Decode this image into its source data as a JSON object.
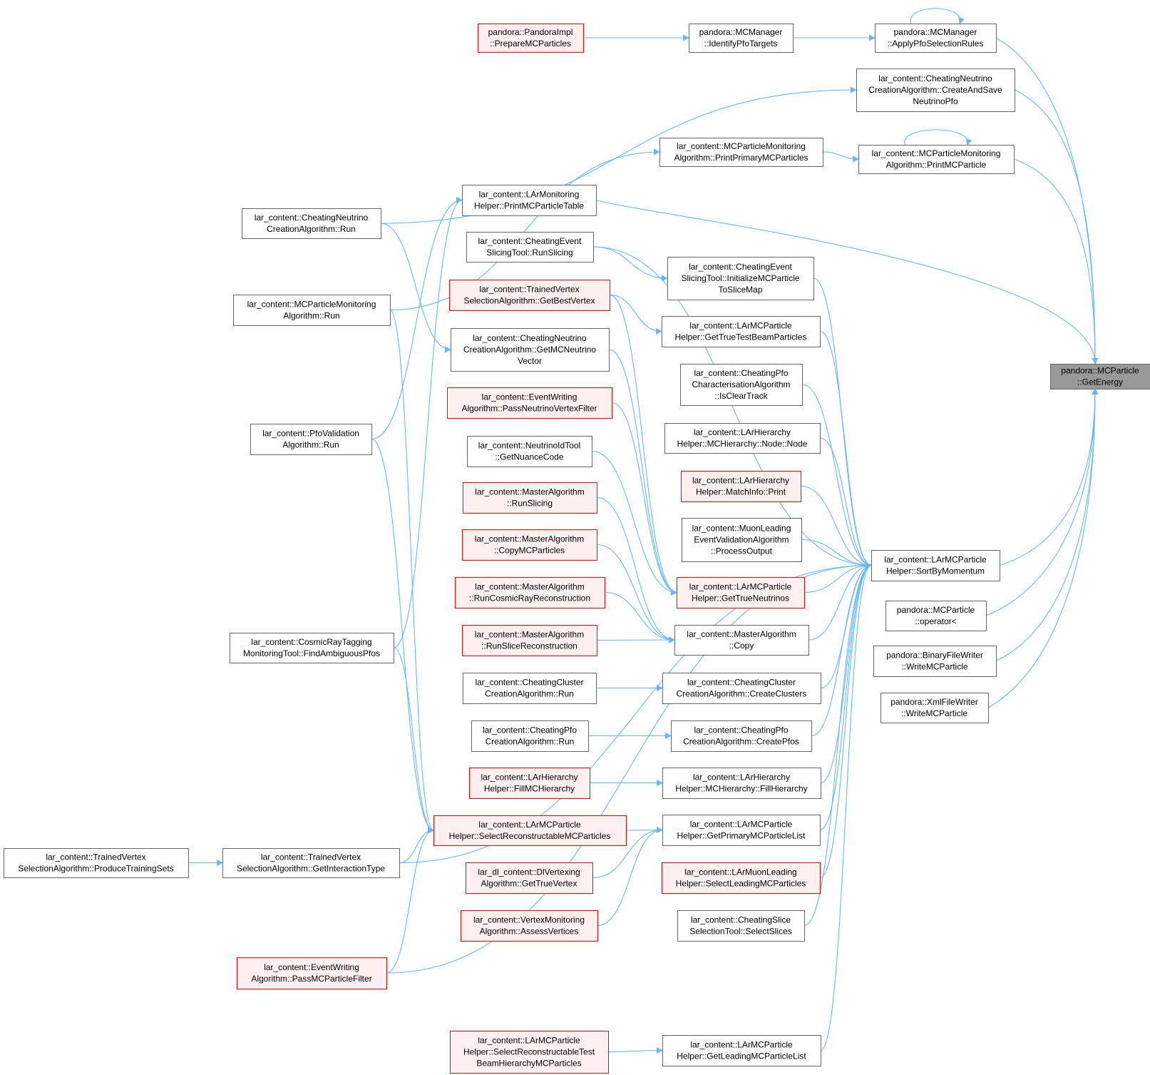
{
  "colors": {
    "edge": "#63b8ff",
    "node_fill": "#ffffff",
    "node_border": "#666666",
    "caller_fill": "#fff0f0",
    "caller_border": "#ff0000",
    "focus_fill": "#999999",
    "focus_border": "#666666"
  },
  "nodes": [
    {
      "id": "get_energy",
      "style": "focus",
      "lines": [
        "pandora::MCParticle",
        "::GetEnergy"
      ]
    },
    {
      "id": "prepare_mcparticles",
      "style": "truncated",
      "lines": [
        "pandora::PandoraImpl",
        "::PrepareMCParticles"
      ]
    },
    {
      "id": "identify_pfo_targets",
      "style": "normal",
      "lines": [
        "pandora::MCManager",
        "::IdentifyPfoTargets"
      ]
    },
    {
      "id": "apply_pfo_selection_rules",
      "style": "normal",
      "lines": [
        "pandora::MCManager",
        "::ApplyPfoSelectionRules"
      ]
    },
    {
      "id": "create_and_save_neutrino_pfo",
      "style": "normal",
      "lines": [
        "lar_content::CheatingNeutrino",
        "CreationAlgorithm::CreateAndSave",
        "NeutrinoPfo"
      ]
    },
    {
      "id": "print_primary_mcparticles",
      "style": "normal",
      "lines": [
        "lar_content::MCParticleMonitoring",
        "Algorithm::PrintPrimaryMCParticles"
      ]
    },
    {
      "id": "print_mcparticle",
      "style": "normal",
      "lines": [
        "lar_content::MCParticleMonitoring",
        "Algorithm::PrintMCParticle"
      ]
    },
    {
      "id": "print_mcparticle_table",
      "style": "normal",
      "lines": [
        "lar_content::LArMonitoring",
        "Helper::PrintMCParticleTable"
      ]
    },
    {
      "id": "cheating_neutrino_run",
      "style": "normal",
      "lines": [
        "lar_content::CheatingNeutrino",
        "CreationAlgorithm::Run"
      ]
    },
    {
      "id": "run_slicing_tool",
      "style": "normal",
      "lines": [
        "lar_content::CheatingEvent",
        "SlicingTool::RunSlicing"
      ]
    },
    {
      "id": "initialize_mcparticle_to_slice_map",
      "style": "normal",
      "lines": [
        "lar_content::CheatingEvent",
        "SlicingTool::InitializeMCParticle",
        "ToSliceMap"
      ]
    },
    {
      "id": "get_best_vertex",
      "style": "truncated",
      "lines": [
        "lar_content::TrainedVertex",
        "SelectionAlgorithm::GetBestVertex"
      ]
    },
    {
      "id": "mcparticle_monitoring_run",
      "style": "normal",
      "lines": [
        "lar_content::MCParticleMonitoring",
        "Algorithm::Run"
      ]
    },
    {
      "id": "get_true_test_beam_particles",
      "style": "normal",
      "lines": [
        "lar_content::LArMCParticle",
        "Helper::GetTrueTestBeamParticles"
      ]
    },
    {
      "id": "get_mc_neutrino_vector",
      "style": "normal",
      "lines": [
        "lar_content::CheatingNeutrino",
        "CreationAlgorithm::GetMCNeutrino",
        "Vector"
      ]
    },
    {
      "id": "is_clear_track",
      "style": "normal",
      "lines": [
        "lar_content::CheatingPfo",
        "CharacterisationAlgorithm",
        "::IsClearTrack"
      ]
    },
    {
      "id": "pass_neutrino_vertex_filter",
      "style": "truncated",
      "lines": [
        "lar_content::EventWriting",
        "Algorithm::PassNeutrinoVertexFilter"
      ]
    },
    {
      "id": "pfo_validation_run",
      "style": "normal",
      "lines": [
        "lar_content::PfoValidation",
        "Algorithm::Run"
      ]
    },
    {
      "id": "get_nuance_code",
      "style": "normal",
      "lines": [
        "lar_content::NeutrinoIdTool",
        "::GetNuanceCode"
      ]
    },
    {
      "id": "mchierarchy_node",
      "style": "normal",
      "lines": [
        "lar_content::LArHierarchy",
        "Helper::MCHierarchy::Node::Node"
      ]
    },
    {
      "id": "master_run_slicing",
      "style": "truncated",
      "lines": [
        "lar_content::MasterAlgorithm",
        "::RunSlicing"
      ]
    },
    {
      "id": "match_info_print",
      "style": "truncated",
      "lines": [
        "lar_content::LArHierarchy",
        "Helper::MatchInfo::Print"
      ]
    },
    {
      "id": "master_copy_mcparticles",
      "style": "truncated",
      "lines": [
        "lar_content::MasterAlgorithm",
        "::CopyMCParticles"
      ]
    },
    {
      "id": "process_output",
      "style": "normal",
      "lines": [
        "lar_content::MuonLeading",
        "EventValidationAlgorithm",
        "::ProcessOutput"
      ]
    },
    {
      "id": "sort_by_momentum",
      "style": "normal",
      "lines": [
        "lar_content::LArMCParticle",
        "Helper::SortByMomentum"
      ]
    },
    {
      "id": "master_run_cosmic_ray_reconstruction",
      "style": "truncated",
      "lines": [
        "lar_content::MasterAlgorithm",
        "::RunCosmicRayReconstruction"
      ]
    },
    {
      "id": "get_true_neutrinos",
      "style": "truncated",
      "lines": [
        "lar_content::LArMCParticle",
        "Helper::GetTrueNeutrinos"
      ]
    },
    {
      "id": "mcparticle_operator_less",
      "style": "normal",
      "lines": [
        "pandora::MCParticle",
        "::operator<"
      ]
    },
    {
      "id": "master_copy",
      "style": "normal",
      "lines": [
        "lar_content::MasterAlgorithm",
        "::Copy"
      ]
    },
    {
      "id": "master_run_slice_reconstruction",
      "style": "truncated",
      "lines": [
        "lar_content::MasterAlgorithm",
        "::RunSliceReconstruction"
      ]
    },
    {
      "id": "find_ambiguous_pfos",
      "style": "normal",
      "lines": [
        "lar_content::CosmicRayTagging",
        "MonitoringTool::FindAmbiguousPfos"
      ]
    },
    {
      "id": "binary_write_mcparticle",
      "style": "normal",
      "lines": [
        "pandora::BinaryFileWriter",
        "::WriteMCParticle"
      ]
    },
    {
      "id": "cheating_cluster_run",
      "style": "normal",
      "lines": [
        "lar_content::CheatingCluster",
        "CreationAlgorithm::Run"
      ]
    },
    {
      "id": "create_clusters",
      "style": "normal",
      "lines": [
        "lar_content::CheatingCluster",
        "CreationAlgorithm::CreateClusters"
      ]
    },
    {
      "id": "xml_write_mcparticle",
      "style": "normal",
      "lines": [
        "pandora::XmlFileWriter",
        "::WriteMCParticle"
      ]
    },
    {
      "id": "cheating_pfo_run",
      "style": "normal",
      "lines": [
        "lar_content::CheatingPfo",
        "CreationAlgorithm::Run"
      ]
    },
    {
      "id": "create_pfos",
      "style": "normal",
      "lines": [
        "lar_content::CheatingPfo",
        "CreationAlgorithm::CreatePfos"
      ]
    },
    {
      "id": "fill_mchierarchy",
      "style": "truncated",
      "lines": [
        "lar_content::LArHierarchy",
        "Helper::FillMCHierarchy"
      ]
    },
    {
      "id": "mchierarchy_fill_hierarchy",
      "style": "normal",
      "lines": [
        "lar_content::LArHierarchy",
        "Helper::MCHierarchy::FillHierarchy"
      ]
    },
    {
      "id": "select_reconstructable_mcparticles",
      "style": "truncated",
      "lines": [
        "lar_content::LArMCParticle",
        "Helper::SelectReconstructableMCParticles"
      ]
    },
    {
      "id": "get_primary_mcparticle_list",
      "style": "normal",
      "lines": [
        "lar_content::LArMCParticle",
        "Helper::GetPrimaryMCParticleList"
      ]
    },
    {
      "id": "produce_training_sets",
      "style": "normal",
      "lines": [
        "lar_content::TrainedVertex",
        "SelectionAlgorithm::ProduceTrainingSets"
      ]
    },
    {
      "id": "get_interaction_type",
      "style": "normal",
      "lines": [
        "lar_content::TrainedVertex",
        "SelectionAlgorithm::GetInteractionType"
      ]
    },
    {
      "id": "dl_get_true_vertex",
      "style": "truncated",
      "lines": [
        "lar_dl_content::DlVertexing",
        "Algorithm::GetTrueVertex"
      ]
    },
    {
      "id": "select_leading_mcparticles",
      "style": "truncated",
      "lines": [
        "lar_content::LArMuonLeading",
        "Helper::SelectLeadingMCParticles"
      ]
    },
    {
      "id": "assess_vertices",
      "style": "truncated",
      "lines": [
        "lar_content::VertexMonitoring",
        "Algorithm::AssessVertices"
      ]
    },
    {
      "id": "select_slices",
      "style": "normal",
      "lines": [
        "lar_content::CheatingSlice",
        "SelectionTool::SelectSlices"
      ]
    },
    {
      "id": "pass_mcparticle_filter",
      "style": "truncated",
      "lines": [
        "lar_content::EventWriting",
        "Algorithm::PassMCParticleFilter"
      ]
    },
    {
      "id": "select_reconstructable_test_beam",
      "style": "truncated",
      "lines": [
        "lar_content::LArMCParticle",
        "Helper::SelectReconstructableTest",
        "BeamHierarchyMCParticles"
      ]
    },
    {
      "id": "get_leading_mcparticle_list",
      "style": "normal",
      "lines": [
        "lar_content::LArMCParticle",
        "Helper::GetLeadingMCParticleList"
      ]
    }
  ],
  "edges": [
    [
      "prepare_mcparticles",
      "identify_pfo_targets"
    ],
    [
      "identify_pfo_targets",
      "apply_pfo_selection_rules"
    ],
    [
      "apply_pfo_selection_rules",
      "apply_pfo_selection_rules"
    ],
    [
      "apply_pfo_selection_rules",
      "get_energy"
    ],
    [
      "cheating_neutrino_run",
      "create_and_save_neutrino_pfo"
    ],
    [
      "create_and_save_neutrino_pfo",
      "get_energy"
    ],
    [
      "mcparticle_monitoring_run",
      "print_primary_mcparticles"
    ],
    [
      "print_primary_mcparticles",
      "print_mcparticle"
    ],
    [
      "print_mcparticle",
      "print_mcparticle"
    ],
    [
      "print_mcparticle",
      "get_energy"
    ],
    [
      "pfo_validation_run",
      "print_mcparticle_table"
    ],
    [
      "find_ambiguous_pfos",
      "print_mcparticle_table"
    ],
    [
      "print_mcparticle_table",
      "get_energy"
    ],
    [
      "cheating_neutrino_run",
      "get_mc_neutrino_vector"
    ],
    [
      "run_slicing_tool",
      "initialize_mcparticle_to_slice_map"
    ],
    [
      "run_slicing_tool",
      "sort_by_momentum"
    ],
    [
      "initialize_mcparticle_to_slice_map",
      "sort_by_momentum"
    ],
    [
      "get_best_vertex",
      "get_true_test_beam_particles"
    ],
    [
      "get_best_vertex",
      "get_true_neutrinos"
    ],
    [
      "get_true_test_beam_particles",
      "sort_by_momentum"
    ],
    [
      "get_mc_neutrino_vector",
      "get_true_neutrinos"
    ],
    [
      "is_clear_track",
      "sort_by_momentum"
    ],
    [
      "pass_neutrino_vertex_filter",
      "get_true_neutrinos"
    ],
    [
      "get_nuance_code",
      "get_true_neutrinos"
    ],
    [
      "mchierarchy_node",
      "sort_by_momentum"
    ],
    [
      "master_run_slicing",
      "master_copy"
    ],
    [
      "match_info_print",
      "sort_by_momentum"
    ],
    [
      "master_copy_mcparticles",
      "master_copy"
    ],
    [
      "process_output",
      "sort_by_momentum"
    ],
    [
      "sort_by_momentum",
      "get_energy"
    ],
    [
      "master_run_cosmic_ray_reconstruction",
      "master_copy"
    ],
    [
      "get_true_neutrinos",
      "sort_by_momentum"
    ],
    [
      "mcparticle_operator_less",
      "get_energy"
    ],
    [
      "master_copy",
      "sort_by_momentum"
    ],
    [
      "master_run_slice_reconstruction",
      "master_copy"
    ],
    [
      "binary_write_mcparticle",
      "get_energy"
    ],
    [
      "cheating_cluster_run",
      "create_clusters"
    ],
    [
      "create_clusters",
      "sort_by_momentum"
    ],
    [
      "xml_write_mcparticle",
      "get_energy"
    ],
    [
      "cheating_pfo_run",
      "create_pfos"
    ],
    [
      "create_pfos",
      "sort_by_momentum"
    ],
    [
      "fill_mchierarchy",
      "mchierarchy_fill_hierarchy"
    ],
    [
      "mchierarchy_fill_hierarchy",
      "sort_by_momentum"
    ],
    [
      "mcparticle_monitoring_run",
      "select_reconstructable_mcparticles"
    ],
    [
      "pfo_validation_run",
      "select_reconstructable_mcparticles"
    ],
    [
      "find_ambiguous_pfos",
      "select_reconstructable_mcparticles"
    ],
    [
      "get_interaction_type",
      "select_reconstructable_mcparticles"
    ],
    [
      "pass_mcparticle_filter",
      "select_reconstructable_mcparticles"
    ],
    [
      "select_reconstructable_mcparticles",
      "get_primary_mcparticle_list"
    ],
    [
      "dl_get_true_vertex",
      "get_primary_mcparticle_list"
    ],
    [
      "assess_vertices",
      "get_primary_mcparticle_list"
    ],
    [
      "get_primary_mcparticle_list",
      "sort_by_momentum"
    ],
    [
      "produce_training_sets",
      "get_interaction_type"
    ],
    [
      "get_interaction_type",
      "sort_by_momentum"
    ],
    [
      "select_leading_mcparticles",
      "sort_by_momentum"
    ],
    [
      "select_slices",
      "sort_by_momentum"
    ],
    [
      "pass_mcparticle_filter",
      "sort_by_momentum"
    ],
    [
      "select_reconstructable_test_beam",
      "get_leading_mcparticle_list"
    ],
    [
      "get_leading_mcparticle_list",
      "sort_by_momentum"
    ]
  ]
}
